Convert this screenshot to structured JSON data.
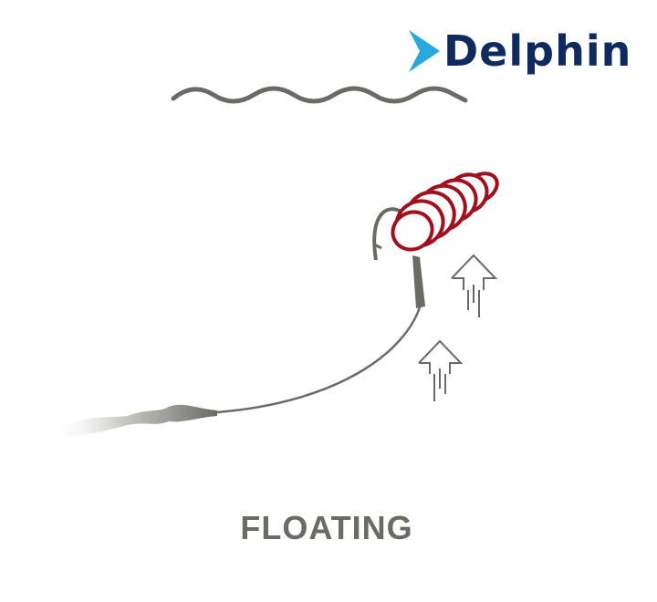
{
  "brand": {
    "name": "Delphin",
    "colors": {
      "navy": "#0f2a5e",
      "cyan": "#29a8e0"
    }
  },
  "illustration": {
    "caption": "FLOATING",
    "bait_color": "#a0101e",
    "line_color": "#6b6b66",
    "icons": [
      "water-surface-wave",
      "hook",
      "floating-bait",
      "up-arrow",
      "up-arrow",
      "lead-weight"
    ]
  }
}
